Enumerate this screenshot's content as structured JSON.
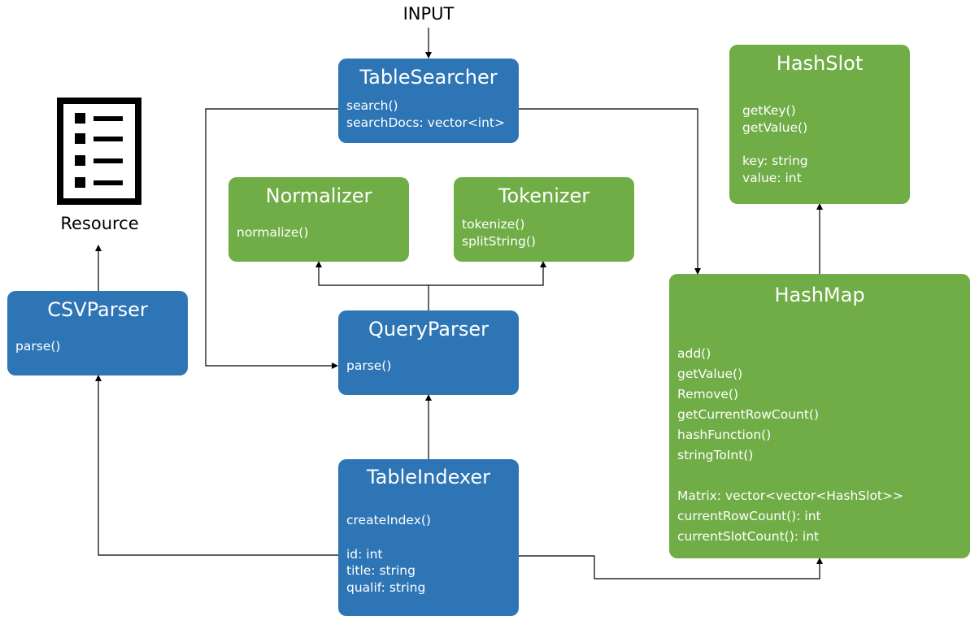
{
  "input_label": "INPUT",
  "resource_label": "Resource",
  "colors": {
    "blue": "#2E75B6",
    "green": "#70AD47",
    "line": "#000000"
  },
  "icons": {
    "resource": "document-list-icon"
  },
  "boxes": {
    "table_searcher": {
      "title": "TableSearcher",
      "methods": [
        "search()",
        "searchDocs: vector<int>"
      ]
    },
    "normalizer": {
      "title": "Normalizer",
      "methods": [
        "normalize()"
      ]
    },
    "tokenizer": {
      "title": "Tokenizer",
      "methods": [
        "tokenize()",
        "splitString()"
      ]
    },
    "query_parser": {
      "title": "QueryParser",
      "methods": [
        "parse()"
      ]
    },
    "csv_parser": {
      "title": "CSVParser",
      "methods": [
        "parse()"
      ]
    },
    "table_indexer": {
      "title": "TableIndexer",
      "methods": [
        "createIndex()"
      ],
      "fields": [
        "id: int",
        "title: string",
        "qualif: string"
      ]
    },
    "hash_slot": {
      "title": "HashSlot",
      "methods": [
        "getKey()",
        "getValue()"
      ],
      "fields": [
        "key: string",
        "value: int"
      ]
    },
    "hash_map": {
      "title": "HashMap",
      "methods": [
        "add()",
        "getValue()",
        "Remove()",
        "getCurrentRowCount()",
        "hashFunction()",
        "stringToInt()"
      ],
      "fields": [
        "Matrix: vector<vector<HashSlot>>",
        "currentRowCount(): int",
        "currentSlotCount(): int"
      ]
    }
  }
}
